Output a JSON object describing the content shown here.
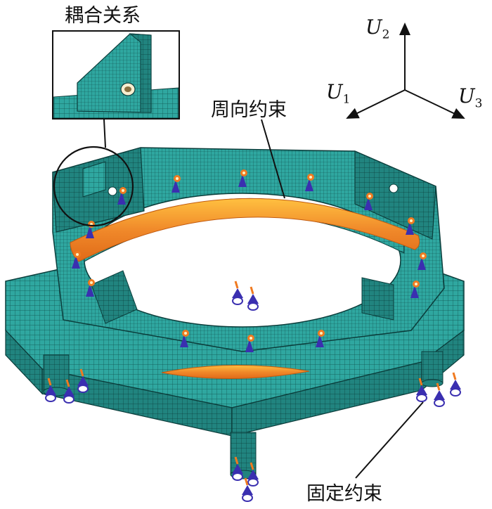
{
  "labels": {
    "coupling": "耦合关系",
    "circumferential": "周向约束",
    "fixed": "固定约束"
  },
  "axes": {
    "u2": {
      "letter": "U",
      "sub": "2"
    },
    "u1": {
      "letter": "U",
      "sub": "1"
    },
    "u3": {
      "letter": "U",
      "sub": "3"
    }
  },
  "colors": {
    "mesh": "#2fa7a0",
    "mesh_dark": "#1f7f7a",
    "mesh_line": "#0e4f4c",
    "ring_band": "#f0892a",
    "ring_band_hi": "#ffc040",
    "constraint_blue": "#3a2fb0",
    "constraint_orange": "#f07a20"
  }
}
